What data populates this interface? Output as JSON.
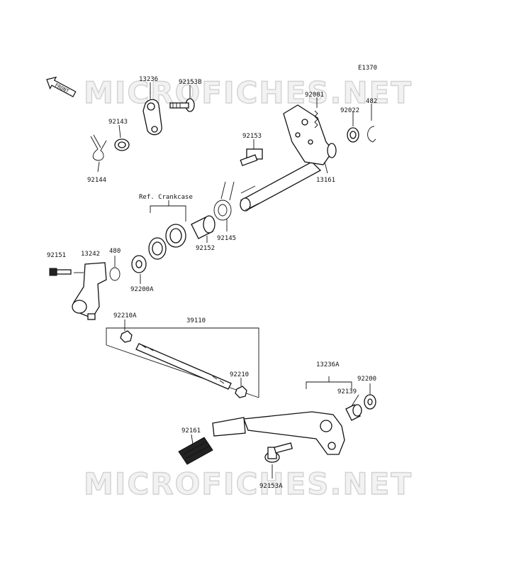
{
  "watermark": "MICROFICHES.NET",
  "diagram_code": "E1370",
  "front_label": "FRONT",
  "parts": {
    "p13236": "13236",
    "p92153B": "92153B",
    "p92081": "92081",
    "p92022": "92022",
    "p482": "482",
    "p92143": "92143",
    "p92153": "92153",
    "p92144": "92144",
    "p13161": "13161",
    "ref_crankcase": "Ref. Crankcase",
    "p92145": "92145",
    "p92152": "92152",
    "p92151": "92151",
    "p13242": "13242",
    "p480": "480",
    "p92200A": "92200A",
    "p92210A": "92210A",
    "p39110": "39110",
    "p92210": "92210",
    "p13236A": "13236A",
    "p92200": "92200",
    "p92139": "92139",
    "p92161": "92161",
    "p92153A": "92153A"
  }
}
